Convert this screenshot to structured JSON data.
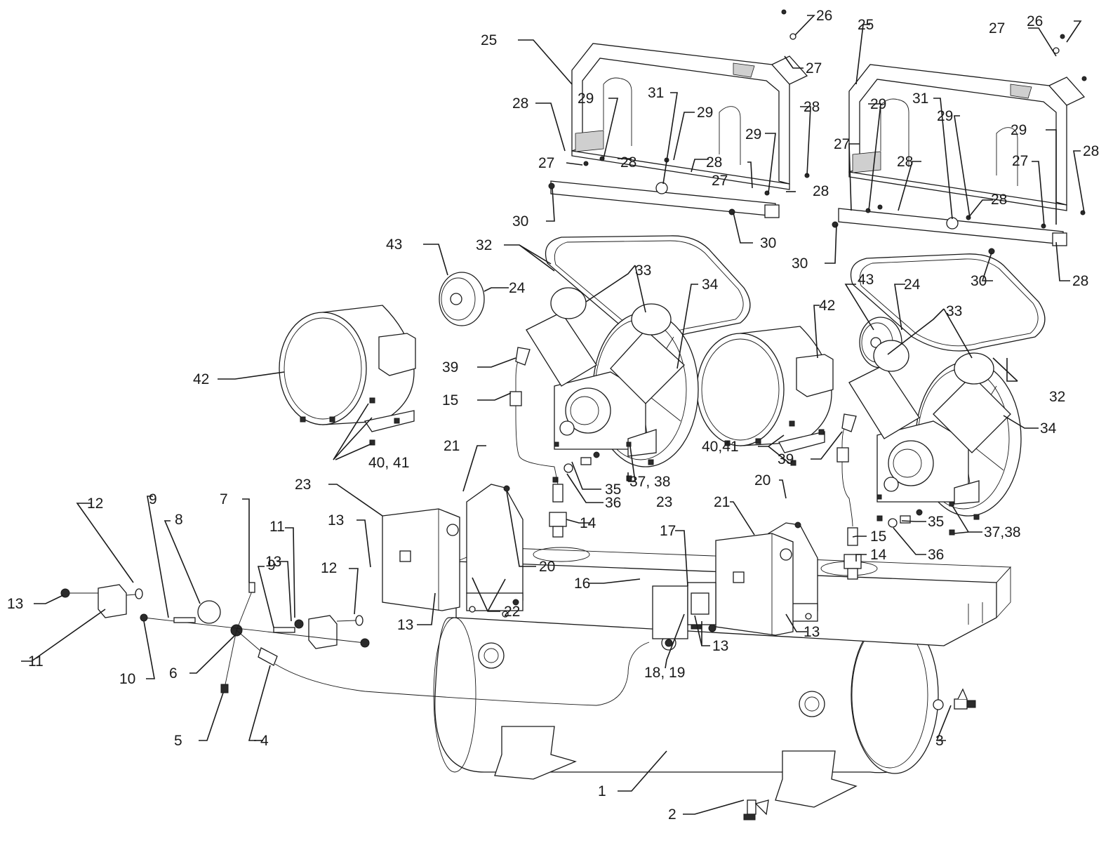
{
  "diagram": {
    "type": "exploded-parts-view",
    "subject": "Twin-pump horizontal air compressor",
    "colors": {
      "line": "#1a1a1a",
      "background": "#ffffff"
    },
    "callouts": [
      {
        "id": "c1",
        "label": "1"
      },
      {
        "id": "c2",
        "label": "2"
      },
      {
        "id": "c3",
        "label": "3"
      },
      {
        "id": "c4",
        "label": "4"
      },
      {
        "id": "c5",
        "label": "5"
      },
      {
        "id": "c6",
        "label": "6"
      },
      {
        "id": "c7",
        "label": "7"
      },
      {
        "id": "c8",
        "label": "8"
      },
      {
        "id": "c9a",
        "label": "9"
      },
      {
        "id": "c9b",
        "label": "9"
      },
      {
        "id": "c10",
        "label": "10"
      },
      {
        "id": "c11a",
        "label": "11"
      },
      {
        "id": "c11b",
        "label": "11"
      },
      {
        "id": "c12a",
        "label": "12"
      },
      {
        "id": "c12b",
        "label": "12"
      },
      {
        "id": "c13a",
        "label": "13"
      },
      {
        "id": "c13b",
        "label": "13"
      },
      {
        "id": "c13c",
        "label": "13"
      },
      {
        "id": "c13d",
        "label": "13"
      },
      {
        "id": "c13e",
        "label": "13"
      },
      {
        "id": "c13f",
        "label": "13"
      },
      {
        "id": "c14a",
        "label": "14"
      },
      {
        "id": "c14b",
        "label": "14"
      },
      {
        "id": "c15a",
        "label": "15"
      },
      {
        "id": "c15b",
        "label": "15"
      },
      {
        "id": "c16",
        "label": "16"
      },
      {
        "id": "c17",
        "label": "17"
      },
      {
        "id": "c1819",
        "label": "18, 19"
      },
      {
        "id": "c20a",
        "label": "20"
      },
      {
        "id": "c20b",
        "label": "20"
      },
      {
        "id": "c21a",
        "label": "21"
      },
      {
        "id": "c21b",
        "label": "21"
      },
      {
        "id": "c22",
        "label": "22"
      },
      {
        "id": "c23a",
        "label": "23"
      },
      {
        "id": "c23b",
        "label": "23"
      },
      {
        "id": "c24a",
        "label": "24"
      },
      {
        "id": "c24b",
        "label": "24"
      },
      {
        "id": "c25a",
        "label": "25"
      },
      {
        "id": "c25b",
        "label": "25"
      },
      {
        "id": "c26a",
        "label": "26"
      },
      {
        "id": "c26b",
        "label": "26"
      },
      {
        "id": "c27a",
        "label": "27"
      },
      {
        "id": "c27b",
        "label": "27"
      },
      {
        "id": "c27c",
        "label": "27"
      },
      {
        "id": "c27d",
        "label": "27"
      },
      {
        "id": "c27e",
        "label": "27"
      },
      {
        "id": "c27f",
        "label": "27"
      },
      {
        "id": "c28a",
        "label": "28"
      },
      {
        "id": "c28b",
        "label": "28"
      },
      {
        "id": "c28c",
        "label": "28"
      },
      {
        "id": "c28d",
        "label": "28"
      },
      {
        "id": "c28e",
        "label": "28"
      },
      {
        "id": "c28f",
        "label": "28"
      },
      {
        "id": "c28g",
        "label": "28"
      },
      {
        "id": "c28h",
        "label": "28"
      },
      {
        "id": "c28i",
        "label": "28"
      },
      {
        "id": "c29a",
        "label": "29"
      },
      {
        "id": "c29b",
        "label": "29"
      },
      {
        "id": "c29c",
        "label": "29"
      },
      {
        "id": "c29d",
        "label": "29"
      },
      {
        "id": "c29e",
        "label": "29"
      },
      {
        "id": "c29f",
        "label": "29"
      },
      {
        "id": "c30a",
        "label": "30"
      },
      {
        "id": "c30b",
        "label": "30"
      },
      {
        "id": "c30c",
        "label": "30"
      },
      {
        "id": "c30d",
        "label": "30"
      },
      {
        "id": "c31a",
        "label": "31"
      },
      {
        "id": "c31b",
        "label": "31"
      },
      {
        "id": "c32a",
        "label": "32"
      },
      {
        "id": "c32b",
        "label": "32"
      },
      {
        "id": "c33a",
        "label": "33"
      },
      {
        "id": "c33b",
        "label": "33"
      },
      {
        "id": "c34a",
        "label": "34"
      },
      {
        "id": "c34b",
        "label": "34"
      },
      {
        "id": "c35a",
        "label": "35"
      },
      {
        "id": "c35b",
        "label": "35"
      },
      {
        "id": "c36a",
        "label": "36"
      },
      {
        "id": "c36b",
        "label": "36"
      },
      {
        "id": "c3738a",
        "label": "37, 38"
      },
      {
        "id": "c3738b",
        "label": "37,38"
      },
      {
        "id": "c39a",
        "label": "39"
      },
      {
        "id": "c39b",
        "label": "39"
      },
      {
        "id": "c4041a",
        "label": "40, 41"
      },
      {
        "id": "c4041b",
        "label": "40,41"
      },
      {
        "id": "c42a",
        "label": "42"
      },
      {
        "id": "c42b",
        "label": "42"
      },
      {
        "id": "c43a",
        "label": "43"
      },
      {
        "id": "c43b",
        "label": "43"
      }
    ]
  }
}
